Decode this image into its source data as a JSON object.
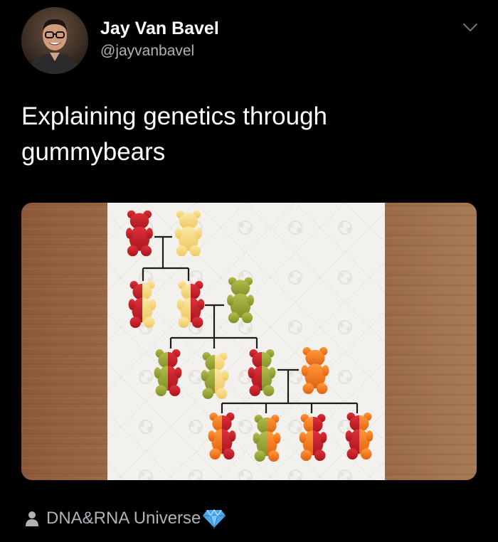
{
  "tweet": {
    "author_name": "Jay Van Bavel",
    "author_handle": "@jayvanbavel",
    "text": "Explaining genetics through gummybears"
  },
  "icons": {
    "more": "chevron-down-icon",
    "source": "person-icon",
    "badge": "diamond-icon"
  },
  "footer": {
    "source_label": "DNA&RNA Universe"
  },
  "colors": {
    "background": "#000000",
    "text_primary": "#ffffff",
    "text_secondary": "#aeb3b8",
    "wood": "#9a6a45",
    "paper": "#f3f1ed",
    "gummy_red": "#c9232a",
    "gummy_yellow": "#f6d77a",
    "gummy_green": "#9aaa3a",
    "gummy_orange": "#f0781f",
    "diamond": "#4aa9ec"
  }
}
